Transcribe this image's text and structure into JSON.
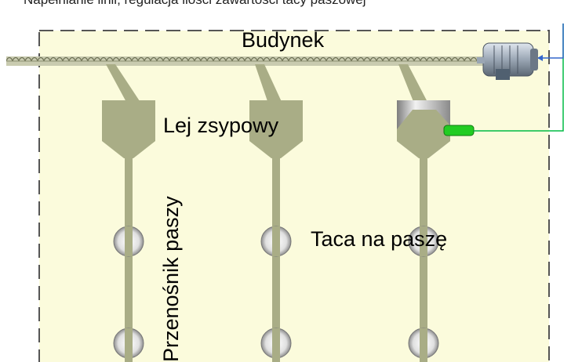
{
  "caption": "Napełnianie linii; regulacja ilości zawartości tacy paszowej",
  "labels": {
    "building": "Budynek",
    "hopper": "Lej zsypowy",
    "tray": "Taca na paszę",
    "conveyor": "Przenośnik paszy"
  },
  "colors": {
    "building_fill": "#fbfbdc",
    "building_border": "#555555",
    "feed_pipe": "#a9ad86",
    "hopper": "#a9ad86",
    "auger": "#8c8f70",
    "tray": "#b0b0b0",
    "sensor": "#22cc22",
    "signal_line": "#00bb44",
    "signal_arrow": "#3366cc"
  }
}
